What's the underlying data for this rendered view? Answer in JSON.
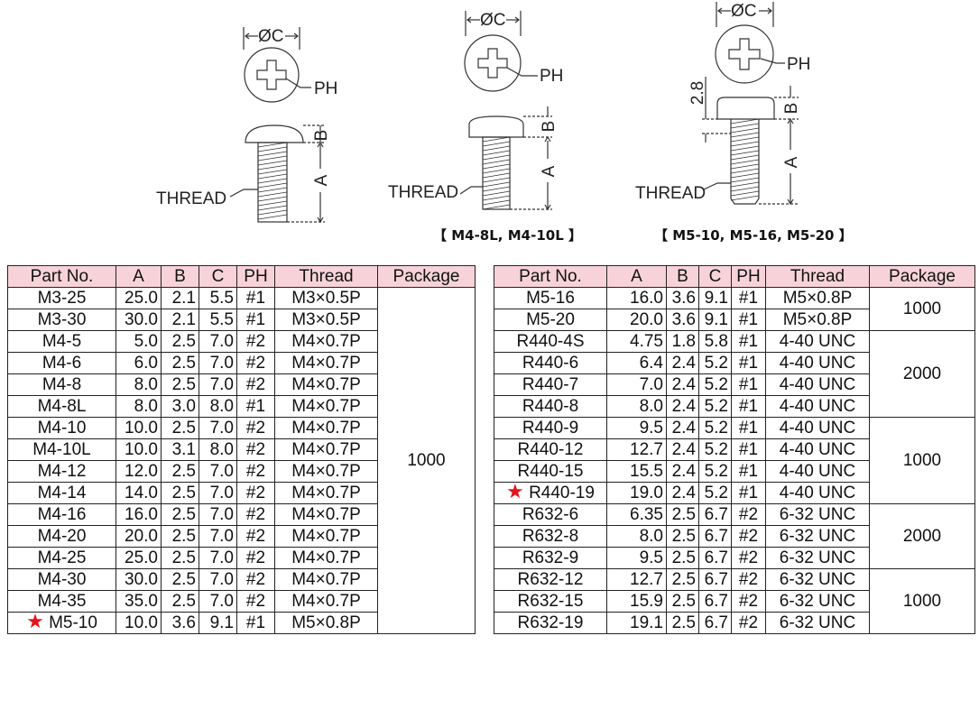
{
  "drawings": {
    "left": {
      "diameter_label": "ØC",
      "ph_label": "PH",
      "b_label": "B",
      "a_label": "A",
      "thread_label": "THREAD"
    },
    "middle": {
      "diameter_label": "ØC",
      "ph_label": "PH",
      "b_label": "B",
      "a_label": "A",
      "thread_label": "THREAD",
      "caption": "【 M4-8L, M4-10L 】"
    },
    "right": {
      "diameter_label": "ØC",
      "ph_label": "PH",
      "b_label": "B",
      "a_label": "A",
      "thread_label": "THREAD",
      "dim_label": "2.8",
      "caption": "【 M5-10, M5-16, M5-20 】"
    }
  },
  "star_color": "#e3141c",
  "header_color": "#f7d3d9",
  "table_headers": [
    "Part No.",
    "A",
    "B",
    "C",
    "PH",
    "Thread",
    "Package"
  ],
  "table_left": {
    "rows": [
      {
        "part": "M3-25",
        "a": "25.0",
        "b": "2.1",
        "c": "5.5",
        "ph": "#1",
        "thread": "M3×0.5P"
      },
      {
        "part": "M3-30",
        "a": "30.0",
        "b": "2.1",
        "c": "5.5",
        "ph": "#1",
        "thread": "M3×0.5P"
      },
      {
        "part": "M4-5",
        "a": "5.0",
        "b": "2.5",
        "c": "7.0",
        "ph": "#2",
        "thread": "M4×0.7P"
      },
      {
        "part": "M4-6",
        "a": "6.0",
        "b": "2.5",
        "c": "7.0",
        "ph": "#2",
        "thread": "M4×0.7P"
      },
      {
        "part": "M4-8",
        "a": "8.0",
        "b": "2.5",
        "c": "7.0",
        "ph": "#2",
        "thread": "M4×0.7P"
      },
      {
        "part": "M4-8L",
        "a": "8.0",
        "b": "3.0",
        "c": "8.0",
        "ph": "#1",
        "thread": "M4×0.7P"
      },
      {
        "part": "M4-10",
        "a": "10.0",
        "b": "2.5",
        "c": "7.0",
        "ph": "#2",
        "thread": "M4×0.7P"
      },
      {
        "part": "M4-10L",
        "a": "10.0",
        "b": "3.1",
        "c": "8.0",
        "ph": "#2",
        "thread": "M4×0.7P"
      },
      {
        "part": "M4-12",
        "a": "12.0",
        "b": "2.5",
        "c": "7.0",
        "ph": "#2",
        "thread": "M4×0.7P"
      },
      {
        "part": "M4-14",
        "a": "14.0",
        "b": "2.5",
        "c": "7.0",
        "ph": "#2",
        "thread": "M4×0.7P"
      },
      {
        "part": "M4-16",
        "a": "16.0",
        "b": "2.5",
        "c": "7.0",
        "ph": "#2",
        "thread": "M4×0.7P"
      },
      {
        "part": "M4-20",
        "a": "20.0",
        "b": "2.5",
        "c": "7.0",
        "ph": "#2",
        "thread": "M4×0.7P"
      },
      {
        "part": "M4-25",
        "a": "25.0",
        "b": "2.5",
        "c": "7.0",
        "ph": "#2",
        "thread": "M4×0.7P"
      },
      {
        "part": "M4-30",
        "a": "30.0",
        "b": "2.5",
        "c": "7.0",
        "ph": "#2",
        "thread": "M4×0.7P"
      },
      {
        "part": "M4-35",
        "a": "35.0",
        "b": "2.5",
        "c": "7.0",
        "ph": "#2",
        "thread": "M4×0.7P"
      },
      {
        "part": "M5-10",
        "a": "10.0",
        "b": "3.6",
        "c": "9.1",
        "ph": "#1",
        "thread": "M5×0.8P",
        "starred": true
      }
    ],
    "packages": [
      {
        "value": "1000",
        "rows": 16
      }
    ]
  },
  "table_right": {
    "rows": [
      {
        "part": "M5-16",
        "a": "16.0",
        "b": "3.6",
        "c": "9.1",
        "ph": "#1",
        "thread": "M5×0.8P"
      },
      {
        "part": "M5-20",
        "a": "20.0",
        "b": "3.6",
        "c": "9.1",
        "ph": "#1",
        "thread": "M5×0.8P"
      },
      {
        "part": "R440-4S",
        "a": "4.75",
        "b": "1.8",
        "c": "5.8",
        "ph": "#1",
        "thread": "4-40 UNC"
      },
      {
        "part": "R440-6",
        "a": "6.4",
        "b": "2.4",
        "c": "5.2",
        "ph": "#1",
        "thread": "4-40 UNC"
      },
      {
        "part": "R440-7",
        "a": "7.0",
        "b": "2.4",
        "c": "5.2",
        "ph": "#1",
        "thread": "4-40 UNC"
      },
      {
        "part": "R440-8",
        "a": "8.0",
        "b": "2.4",
        "c": "5.2",
        "ph": "#1",
        "thread": "4-40 UNC"
      },
      {
        "part": "R440-9",
        "a": "9.5",
        "b": "2.4",
        "c": "5.2",
        "ph": "#1",
        "thread": "4-40 UNC"
      },
      {
        "part": "R440-12",
        "a": "12.7",
        "b": "2.4",
        "c": "5.2",
        "ph": "#1",
        "thread": "4-40 UNC"
      },
      {
        "part": "R440-15",
        "a": "15.5",
        "b": "2.4",
        "c": "5.2",
        "ph": "#1",
        "thread": "4-40 UNC"
      },
      {
        "part": "R440-19",
        "a": "19.0",
        "b": "2.4",
        "c": "5.2",
        "ph": "#1",
        "thread": "4-40 UNC",
        "starred": true
      },
      {
        "part": "R632-6",
        "a": "6.35",
        "b": "2.5",
        "c": "6.7",
        "ph": "#2",
        "thread": "6-32 UNC"
      },
      {
        "part": "R632-8",
        "a": "8.0",
        "b": "2.5",
        "c": "6.7",
        "ph": "#2",
        "thread": "6-32 UNC"
      },
      {
        "part": "R632-9",
        "a": "9.5",
        "b": "2.5",
        "c": "6.7",
        "ph": "#2",
        "thread": "6-32 UNC"
      },
      {
        "part": "R632-12",
        "a": "12.7",
        "b": "2.5",
        "c": "6.7",
        "ph": "#2",
        "thread": "6-32 UNC"
      },
      {
        "part": "R632-15",
        "a": "15.9",
        "b": "2.5",
        "c": "6.7",
        "ph": "#2",
        "thread": "6-32 UNC"
      },
      {
        "part": "R632-19",
        "a": "19.1",
        "b": "2.5",
        "c": "6.7",
        "ph": "#2",
        "thread": "6-32 UNC"
      }
    ],
    "packages": [
      {
        "value": "1000",
        "rows": 2
      },
      {
        "value": "2000",
        "rows": 4
      },
      {
        "value": "1000",
        "rows": 4
      },
      {
        "value": "2000",
        "rows": 3
      },
      {
        "value": "1000",
        "rows": 3
      }
    ]
  }
}
